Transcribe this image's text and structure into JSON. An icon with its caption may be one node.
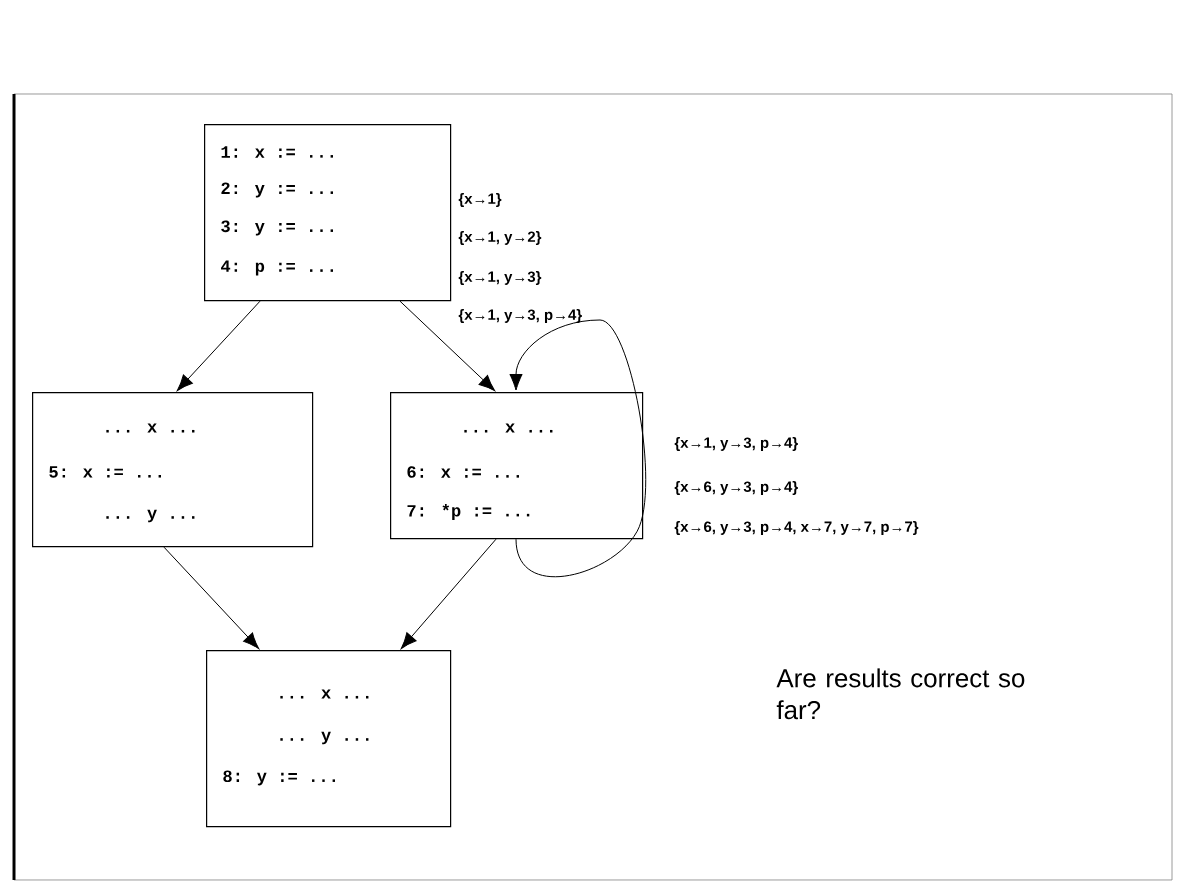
{
  "diagram": {
    "nodes": [
      {
        "text": [
          "1: x := ...",
          "2: y := ...",
          "3: y := ...",
          "4: p := ..."
        ]
      },
      {
        "text": [
          "... x ...",
          "5: x := ...",
          "... y ..."
        ]
      },
      {
        "text": [
          "... x ...",
          "6: x := ...",
          "7: *p := ..."
        ]
      },
      {
        "text": [
          "... x ...",
          "... y ...",
          "8: y := ..."
        ]
      }
    ],
    "edges": [
      {
        "from": 0,
        "to": 1,
        "arrow": "to"
      },
      {
        "from": 0,
        "to": 2,
        "arrow": "to"
      },
      {
        "from": 2,
        "to": 2,
        "arrow": "to"
      },
      {
        "from": 1,
        "to": 3,
        "arrow": "to"
      },
      {
        "from": 2,
        "to": 3,
        "arrow": "to"
      }
    ],
    "labels": [
      "{x→1}",
      "{x→1, y→2}",
      "{x→1, y→3}",
      "{x→1, y→3, p→4}",
      "{x→1, y→3, p→4}",
      "{x→6, y→3, p→4}",
      "{x→6, y→3, p→4, x→7, y→7, p→7}",
      "Are results correct so far?"
    ]
  }
}
